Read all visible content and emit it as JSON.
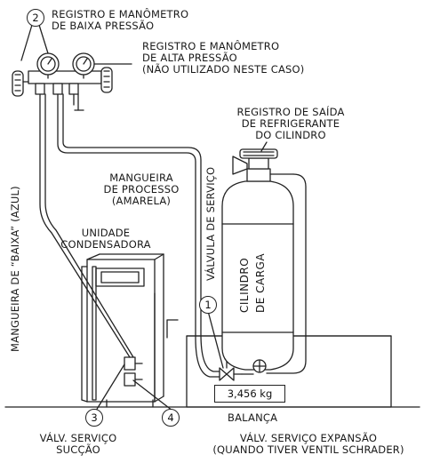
{
  "labels": {
    "low_gauge_line1": "REGISTRO E MANÔMETRO",
    "low_gauge_line2": "DE BAIXA PRESSÃO",
    "high_gauge_line1": "REGISTRO E MANÔMETRO",
    "high_gauge_line2": "DE ALTA PRESSÃO",
    "high_gauge_line3": "(NÃO UTILIZADO NESTE CASO)",
    "cyl_valve_line1": "REGISTRO DE SAÍDA",
    "cyl_valve_line2": "DE REFRIGERANTE",
    "cyl_valve_line3": "DO CILINDRO",
    "process_hose_line1": "MANGUEIRA",
    "process_hose_line2": "DE PROCESSO",
    "process_hose_line3": "(AMARELA)",
    "unit_line1": "UNIDADE",
    "unit_line2": "CONDENSADORA",
    "low_hose_vertical": "MANGUEIRA DE “BAIXA” (AZUL)",
    "service_valve_vertical": "VÁLVULA DE SERVIÇO",
    "cylinder_line1": "CILINDRO",
    "cylinder_line2": "DE CARGA",
    "scale": "BALANÇA",
    "suction_line1": "VÁLV. SERVIÇO",
    "suction_line2": "SUCÇÃO",
    "expansion_line1": "VÁLV. SERVIÇO EXPANSÃO",
    "expansion_line2": "(QUANDO TIVER VENTIL SCHRADER)"
  },
  "scale_reading": "3,456 kg",
  "callouts": [
    "1",
    "2",
    "3",
    "4"
  ]
}
